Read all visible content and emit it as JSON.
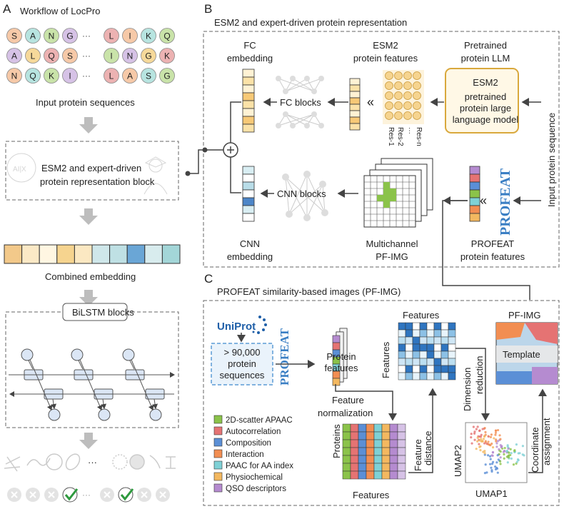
{
  "panels": {
    "a": {
      "letter": "A",
      "title": "Workflow of LocPro",
      "sequences": [
        [
          "S",
          "A",
          "N",
          "G",
          "",
          "L",
          "I",
          "K",
          "Q"
        ],
        [
          "A",
          "L",
          "Q",
          "S",
          "",
          "I",
          "N",
          "G",
          "K"
        ],
        [
          "N",
          "Q",
          "K",
          "I",
          "",
          "L",
          "A",
          "S",
          "G"
        ]
      ],
      "ellipsis": "···",
      "seq_caption": "Input protein sequences",
      "block_line1": "ESM2 and  expert-driven",
      "block_line2": "protein representation block",
      "combined_caption": "Combined embedding",
      "bilstm_label": "BiLSTM blocks",
      "output_ellipsis": "···"
    },
    "b": {
      "letter": "B",
      "title": "ESM2 and expert-driven protein representation",
      "fc_embedding": [
        "FC",
        "embedding"
      ],
      "esm2_features": [
        "ESM2",
        "protein features"
      ],
      "pretrained_llm": [
        "Pretrained",
        "protein LLM"
      ],
      "esm2_box": [
        "ESM2",
        "pretrained",
        "protein large",
        "language model"
      ],
      "fc_blocks": "FC blocks",
      "cnn_blocks": "CNN blocks",
      "residues": [
        "Res-1",
        "Res-2",
        "···",
        "Res-n"
      ],
      "input_seq": "Input protein sequence",
      "profeat_logo": "PROFEAT",
      "cnn_embedding": [
        "CNN",
        "embedding"
      ],
      "multichannel": [
        "Multichannel",
        "PF-IMG"
      ],
      "profeat_features": [
        "PROFEAT",
        "protein features"
      ]
    },
    "c": {
      "letter": "C",
      "title": "PROFEAT similarity-based images (PF-IMG)",
      "uniprot": "UniProt",
      "sequences_box": [
        "> 90,000",
        "protein",
        "sequences"
      ],
      "profeat_logo": "PROFEAT",
      "protein_features": [
        "Protein",
        "features"
      ],
      "features_top": "Features",
      "features_side": "Features",
      "dimension_reduction": [
        "Dimension",
        "reduction"
      ],
      "pf_img": "PF-IMG",
      "template": "Template",
      "feature_normalization": [
        "Feature",
        "normalization"
      ],
      "feature_distance": [
        "Feature",
        "distance"
      ],
      "proteins": "Proteins",
      "features_bottom": "Features",
      "umap1": "UMAP1",
      "umap2": "UMAP2",
      "coordinate_assignment": [
        "Coordinate",
        "assignment"
      ],
      "legend": [
        {
          "label": "2D-scatter APAAC",
          "color": "#8bc34a"
        },
        {
          "label": "Autocorrelation",
          "color": "#e57373"
        },
        {
          "label": "Composition",
          "color": "#5b8fd6"
        },
        {
          "label": "Interaction",
          "color": "#f28e52"
        },
        {
          "label": "PAAC for AA index",
          "color": "#7fd1d6"
        },
        {
          "label": "Physiochemical",
          "color": "#f3b860"
        },
        {
          "label": "QSO descriptors",
          "color": "#b58bd0"
        }
      ]
    }
  },
  "colors": {
    "seq_fills": [
      "#f6c9a8",
      "#b7e4e0",
      "#c9e3a9",
      "#d6c2e6",
      "#f6d99a",
      "#ecb2b2"
    ],
    "combined": [
      "#f3c98a",
      "#fbe9c6",
      "#fff6e2",
      "#f6d48f",
      "#fbe8c2",
      "#cfe7ea",
      "#bfe0e4",
      "#6aa6d6",
      "#d8ecee",
      "#a3d6d8"
    ],
    "fc_cells": [
      "#fff2d4",
      "#fbe2a8",
      "#fff2d4",
      "#f7c977",
      "#fbe2a8",
      "#fff2d4",
      "#f7c977",
      "#fbe2a8"
    ],
    "cnn_cells": [
      "#d9eef3",
      "#ffffff",
      "#b9dde8",
      "#ffffff",
      "#4d86c8",
      "#d9eef3",
      "#ffffff"
    ],
    "profeat_cells": [
      "#b58bd0",
      "#e57373",
      "#5b8fd6",
      "#8bc34a",
      "#7fd1d6",
      "#f28e52",
      "#f3b860"
    ]
  }
}
